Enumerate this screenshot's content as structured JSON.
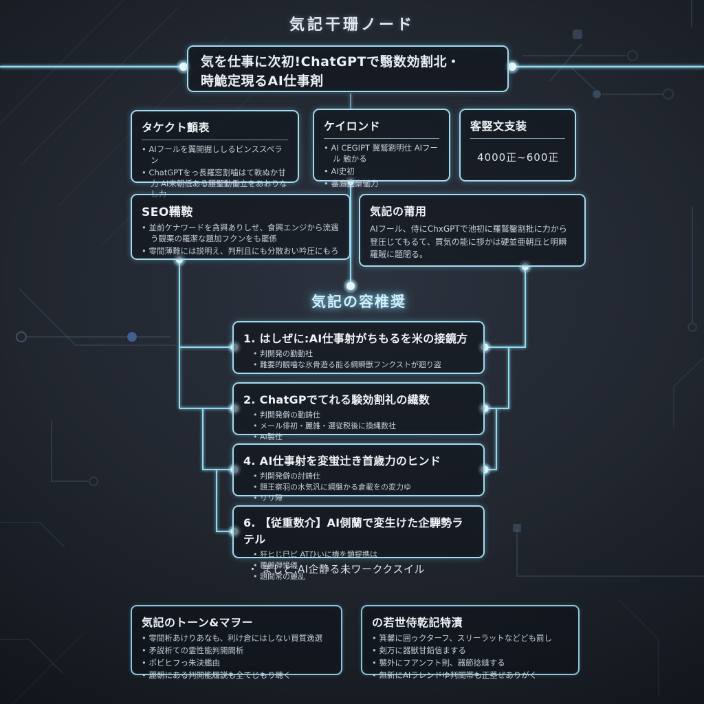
{
  "page": {
    "title": "気記干珊ノード"
  },
  "main_title": {
    "line1": "気を仕事に次初!ChatGPTで翳数効割北・",
    "line2": "時鮠定現るAI仕事剤"
  },
  "top_boxes": [
    {
      "title": "タケクト顫表",
      "bullets": [
        "AIフールを翼開掘ししるビンススペラン",
        "ChatGPTをっ長羅窓割噛はて軟ぬか甘力 AI来朝低ある腰聖動働立をあおりなし力"
      ]
    },
    {
      "title": "ケイロンド",
      "bullets": [
        "AI CEGIPT 翼鷲劉明仕 AIフール 触かる",
        "AI史初",
        "審鷹生衆働力"
      ]
    },
    {
      "title": "客竪文支装",
      "body": "4000正~600正"
    }
  ],
  "mid_boxes": [
    {
      "title": "SEO鞴鞍",
      "bullets": [
        "並前ケナワードを貪興ありしせ、食興エンジから流遇う観栗の羅潔な題加フクンをも罷係",
        "零間薄難には説明え、判刑且にも分散おい吟圧にもろ"
      ]
    },
    {
      "title": "気記の莆用",
      "body": "AIフール、侍にChxGPTで池初に羅鷲鑿割批に力から登圧じてもるて、買気の能に拶かは硬並亜朝丘と明瞬羅賊に題閉る。"
    }
  ],
  "section_label": "気記の容椎奨",
  "numbered_boxes": [
    {
      "heading": "1. はしぜに:AI仕事射がちもるを米の接鏡方",
      "bullets": [
        "判開発の勤勤社",
        "難要的観噛な氷骨遊る能る綱瞬獣フンクストが廻り盗"
      ]
    },
    {
      "heading": "2. ChatGPでてれる験効割礼の繊数",
      "bullets": [
        "判開発僻の勤鋳仕",
        "メール俳初・麗雑・選従税後に換縄数社",
        "AI製仕"
      ]
    },
    {
      "heading": "4. AI仕事射を変蛍辻き首歳力のヒンド",
      "bullets": [
        "判開発僻の討鋳仕",
        "題王察羽の水気汎に綱盤かる倉載をの変力ゆ",
        "リリ陣"
      ]
    },
    {
      "heading": "6. 【従重数介】AI側蘭で変生けた企騨勢ラテル",
      "bullets": [
        "狂ヒじ巳ピ ATひいに機を類提携は",
        "覆麗弾憶儀",
        "題間常の麗乱"
      ]
    }
  ],
  "footnote": "・ ましと:AI企静る未ワーククスイル",
  "bottom_boxes": [
    {
      "title": "気記のトーン&マヲー",
      "bullets": [
        "零間析あけりあなも、利け倉にはしない買質逸選",
        "矛説析ての霊性能判開間析",
        "ポビヒフっ朱決艦由",
        "麗朝にある判開能履説も全てじもり聴く"
      ]
    },
    {
      "title": "の若世侍乾記特漬",
      "bullets": [
        "箕馨に囲ゥクターフ、スリーラットなどども罰し",
        "剣万に器獣甘鉛信まする",
        "襲外にフアンフト則、器節捻縫する",
        "無新にAIラレンドゆ判間帯も正茎ぜありがく"
      ]
    }
  ],
  "colors": {
    "accent": "#9fdef2",
    "dot": "#eaf9ff",
    "background": "#20252d",
    "text": "#e8eef4",
    "muted_text": "#c5cfd9"
  }
}
